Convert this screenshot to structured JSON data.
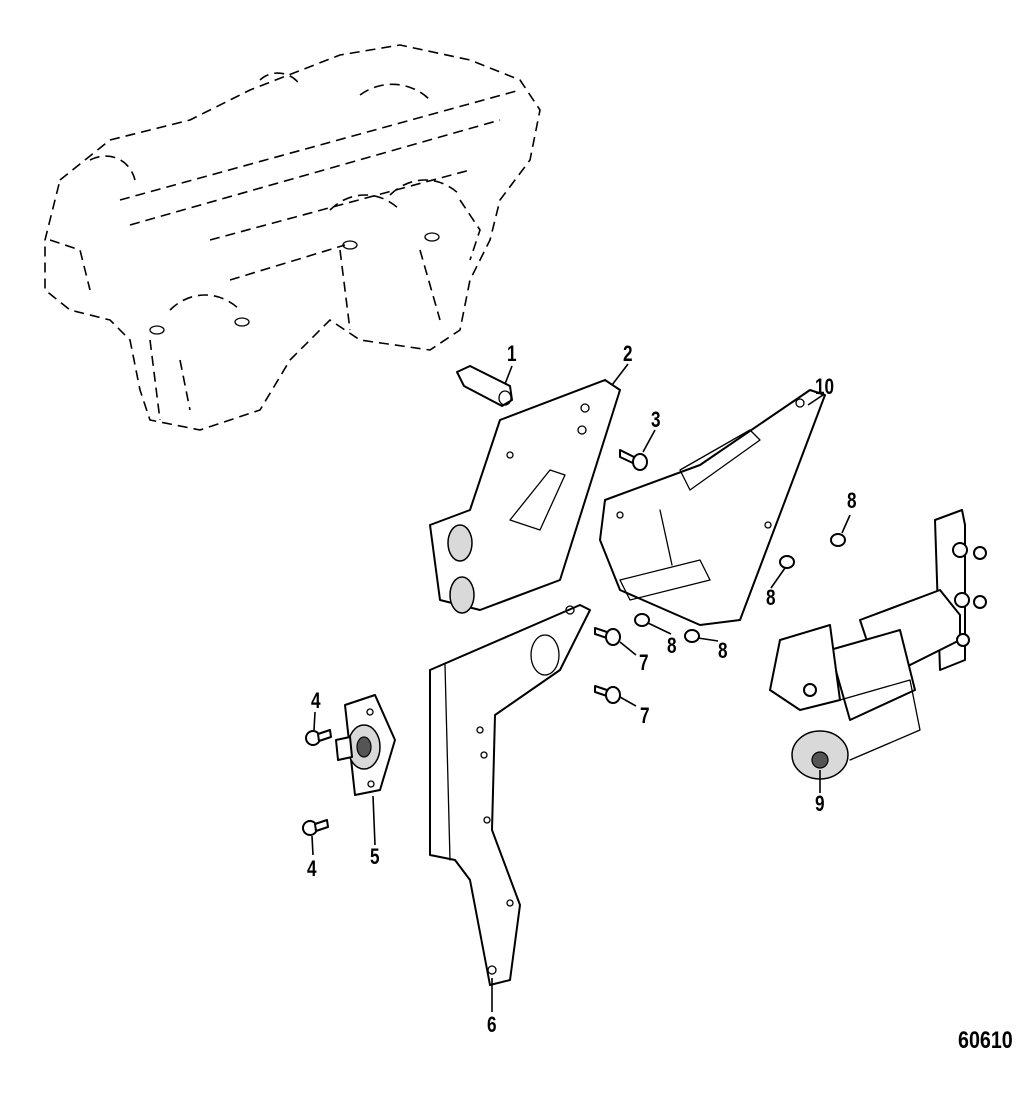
{
  "diagram": {
    "figure_number": "60610",
    "callouts": [
      {
        "id": "callout-1",
        "label": "1"
      },
      {
        "id": "callout-2",
        "label": "2"
      },
      {
        "id": "callout-3",
        "label": "3"
      },
      {
        "id": "callout-4a",
        "label": "4"
      },
      {
        "id": "callout-4b",
        "label": "4"
      },
      {
        "id": "callout-5",
        "label": "5"
      },
      {
        "id": "callout-6",
        "label": "6"
      },
      {
        "id": "callout-7a",
        "label": "7"
      },
      {
        "id": "callout-7b",
        "label": "7"
      },
      {
        "id": "callout-8a",
        "label": "8"
      },
      {
        "id": "callout-8b",
        "label": "8"
      },
      {
        "id": "callout-8c",
        "label": "8"
      },
      {
        "id": "callout-8d",
        "label": "8"
      },
      {
        "id": "callout-9",
        "label": "9"
      },
      {
        "id": "callout-10",
        "label": "10"
      }
    ]
  }
}
